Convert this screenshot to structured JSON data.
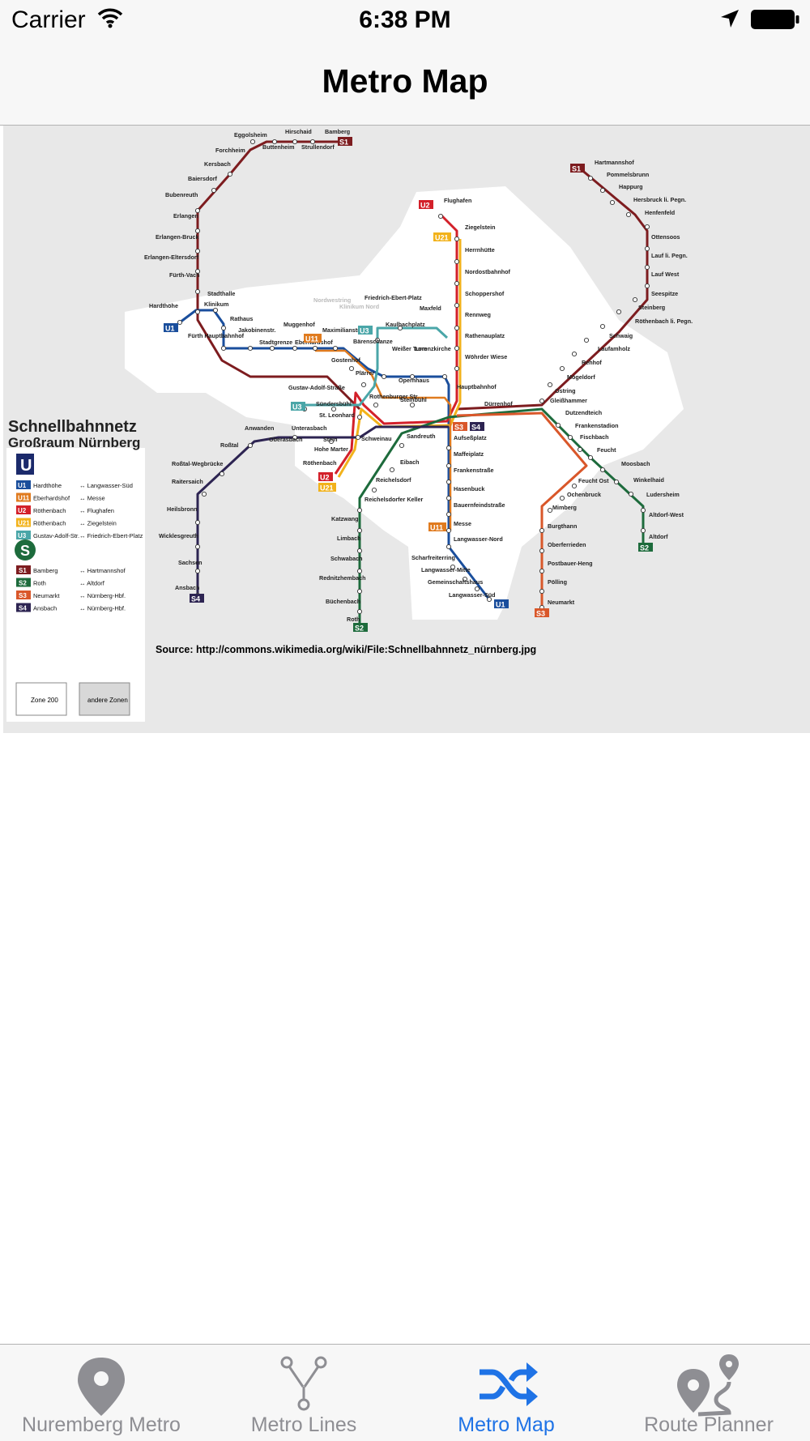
{
  "status_bar": {
    "carrier": "Carrier",
    "time": "6:38 PM",
    "icons": [
      "wifi-icon",
      "location-arrow-icon",
      "battery-icon"
    ]
  },
  "nav": {
    "title": "Metro Map"
  },
  "map": {
    "legend": {
      "title_line1": "Schnellbahnnetz",
      "title_line2": "Großraum Nürnberg",
      "u_symbol": "U",
      "s_symbol": "S",
      "u_lines": [
        {
          "line": "U1",
          "from": "Hardthöhe",
          "to": "Langwasser-Süd",
          "color": "#1a4e9c"
        },
        {
          "line": "U11",
          "from": "Eberhardshof",
          "to": "Messe",
          "color": "#e07b1f"
        },
        {
          "line": "U2",
          "from": "Röthenbach",
          "to": "Flughafen",
          "color": "#d3202a"
        },
        {
          "line": "U21",
          "from": "Röthenbach",
          "to": "Ziegelstein",
          "color": "#f2b21b"
        },
        {
          "line": "U3",
          "from": "Gustav-Adolf-Str.",
          "to": "Friedrich-Ebert-Platz",
          "color": "#4aa6a8"
        }
      ],
      "s_lines": [
        {
          "line": "S1",
          "from": "Bamberg",
          "to": "Hartmannshof",
          "color": "#7d1c1f"
        },
        {
          "line": "S2",
          "from": "Roth",
          "to": "Altdorf",
          "color": "#1d6b3c"
        },
        {
          "line": "S3",
          "from": "Neumarkt",
          "to": "Nürnberg-Hbf.",
          "color": "#d9572a"
        },
        {
          "line": "S4",
          "from": "Ansbach",
          "to": "Nürnberg-Hbf.",
          "color": "#2d2452"
        }
      ],
      "zone_own": "Zone 200",
      "zone_other": "andere Zonen"
    },
    "source": "Source: http://commons.wikimedia.org/wiki/File:Schnellbahnnetz_nürnberg.jpg",
    "line_badges": [
      {
        "label": "S1",
        "color": "#7d1c1f"
      },
      {
        "label": "S1",
        "color": "#7d1c1f"
      },
      {
        "label": "U2",
        "color": "#d3202a"
      },
      {
        "label": "U21",
        "color": "#f2b21b"
      },
      {
        "label": "U1",
        "color": "#1a4e9c"
      },
      {
        "label": "U11",
        "color": "#e07b1f"
      },
      {
        "label": "U3",
        "color": "#4aa6a8"
      },
      {
        "label": "U3",
        "color": "#4aa6a8"
      },
      {
        "label": "S3",
        "color": "#d9572a"
      },
      {
        "label": "S4",
        "color": "#2d2452"
      },
      {
        "label": "U2",
        "color": "#d3202a"
      },
      {
        "label": "U21",
        "color": "#f2b21b"
      },
      {
        "label": "U11",
        "color": "#e07b1f"
      },
      {
        "label": "S4",
        "color": "#2d2452"
      },
      {
        "label": "S2",
        "color": "#1d6b3c"
      },
      {
        "label": "U1",
        "color": "#1a4e9c"
      },
      {
        "label": "S2",
        "color": "#1d6b3c"
      },
      {
        "label": "S3",
        "color": "#d9572a"
      }
    ],
    "stations": [
      "Eggolsheim",
      "Hirschaid",
      "Bamberg",
      "Forchheim",
      "Buttenheim",
      "Strullendorf",
      "Kersbach",
      "Baiersdorf",
      "Bubenreuth",
      "Erlangen",
      "Erlangen-Bruck",
      "Erlangen-Eltersdorf",
      "Fürth-Vach",
      "Stadthalle",
      "Klinikum",
      "Rathaus",
      "Hardthöhe",
      "Fürth Hauptbahnhof",
      "Jakobinenstr.",
      "Stadtgrenze",
      "Muggenhof",
      "Eberhardshof",
      "Maximilianstr.",
      "Nordwestring",
      "Klinikum Nord",
      "Friedrich-Ebert-Platz",
      "Kaulbachplatz",
      "Maxfeld",
      "Bärenschanze",
      "Gostenhof",
      "Weißer Turm",
      "Lorenzkirche",
      "Plärrer",
      "Opernhaus",
      "Gustav-Adolf-Straße",
      "Sündersbühl",
      "Rothenburger Str.",
      "Steinbühl",
      "St. Leonhard",
      "Hauptbahnhof",
      "Dürrenhof",
      "Flughafen",
      "Ziegelstein",
      "Herrnhütte",
      "Nordostbahnhof",
      "Schoppershof",
      "Rennweg",
      "Rathenauplatz",
      "Wöhrder Wiese",
      "Hartmannshof",
      "Pommelsbrunn",
      "Happurg",
      "Hersbruck li. Pegn.",
      "Henfenfeld",
      "Ottensoos",
      "Lauf li. Pegn.",
      "Lauf West",
      "Seespitze",
      "Steinberg",
      "Röthenbach li. Pegn.",
      "Schwaig",
      "Laufamholz",
      "Rehhof",
      "Mögeldorf",
      "Ostring",
      "Gleißhammer",
      "Dutzendteich",
      "Frankenstadion",
      "Fischbach",
      "Feucht",
      "Moosbach",
      "Winkelhaid",
      "Ludersheim",
      "Altdorf-West",
      "Altdorf",
      "Feucht Ost",
      "Ochenbruck",
      "Mimberg",
      "Burgthann",
      "Oberferrieden",
      "Postbauer-Heng",
      "Pölling",
      "Neumarkt",
      "Anwanden",
      "Unterasbach",
      "Oberasbach",
      "Stein",
      "Schweinau",
      "Hohe Marter",
      "Röthenbach",
      "Roßtal",
      "Roßtal-Wegbrücke",
      "Raitersaich",
      "Heilsbronn",
      "Wicklesgreuth",
      "Sachsen",
      "Ansbach",
      "Sandreuth",
      "Eibach",
      "Reichelsdorf",
      "Reichelsdorfer Keller",
      "Katzwang",
      "Limbach",
      "Schwabach",
      "Rednitzhembach",
      "Büchenbach",
      "Roth",
      "Aufseßplatz",
      "Maffeiplatz",
      "Frankenstraße",
      "Hasenbuck",
      "Bauernfeindstraße",
      "Messe",
      "Langwasser-Nord",
      "Scharfreiterring",
      "Langwasser-Mitte",
      "Gemeinschaftshaus",
      "Langwasser-Süd"
    ]
  },
  "tabs": [
    {
      "label": "Nuremberg Metro",
      "icon": "map-pin-icon",
      "active": false
    },
    {
      "label": "Metro Lines",
      "icon": "branch-lines-icon",
      "active": false
    },
    {
      "label": "Metro Map",
      "icon": "shuffle-icon",
      "active": true
    },
    {
      "label": "Route Planner",
      "icon": "route-pins-icon",
      "active": false
    }
  ],
  "colors": {
    "tint": "#1f73e6",
    "inactive": "#8e8e93",
    "bar_bg": "#f7f7f7",
    "map_bg": "#e8e8e8"
  }
}
